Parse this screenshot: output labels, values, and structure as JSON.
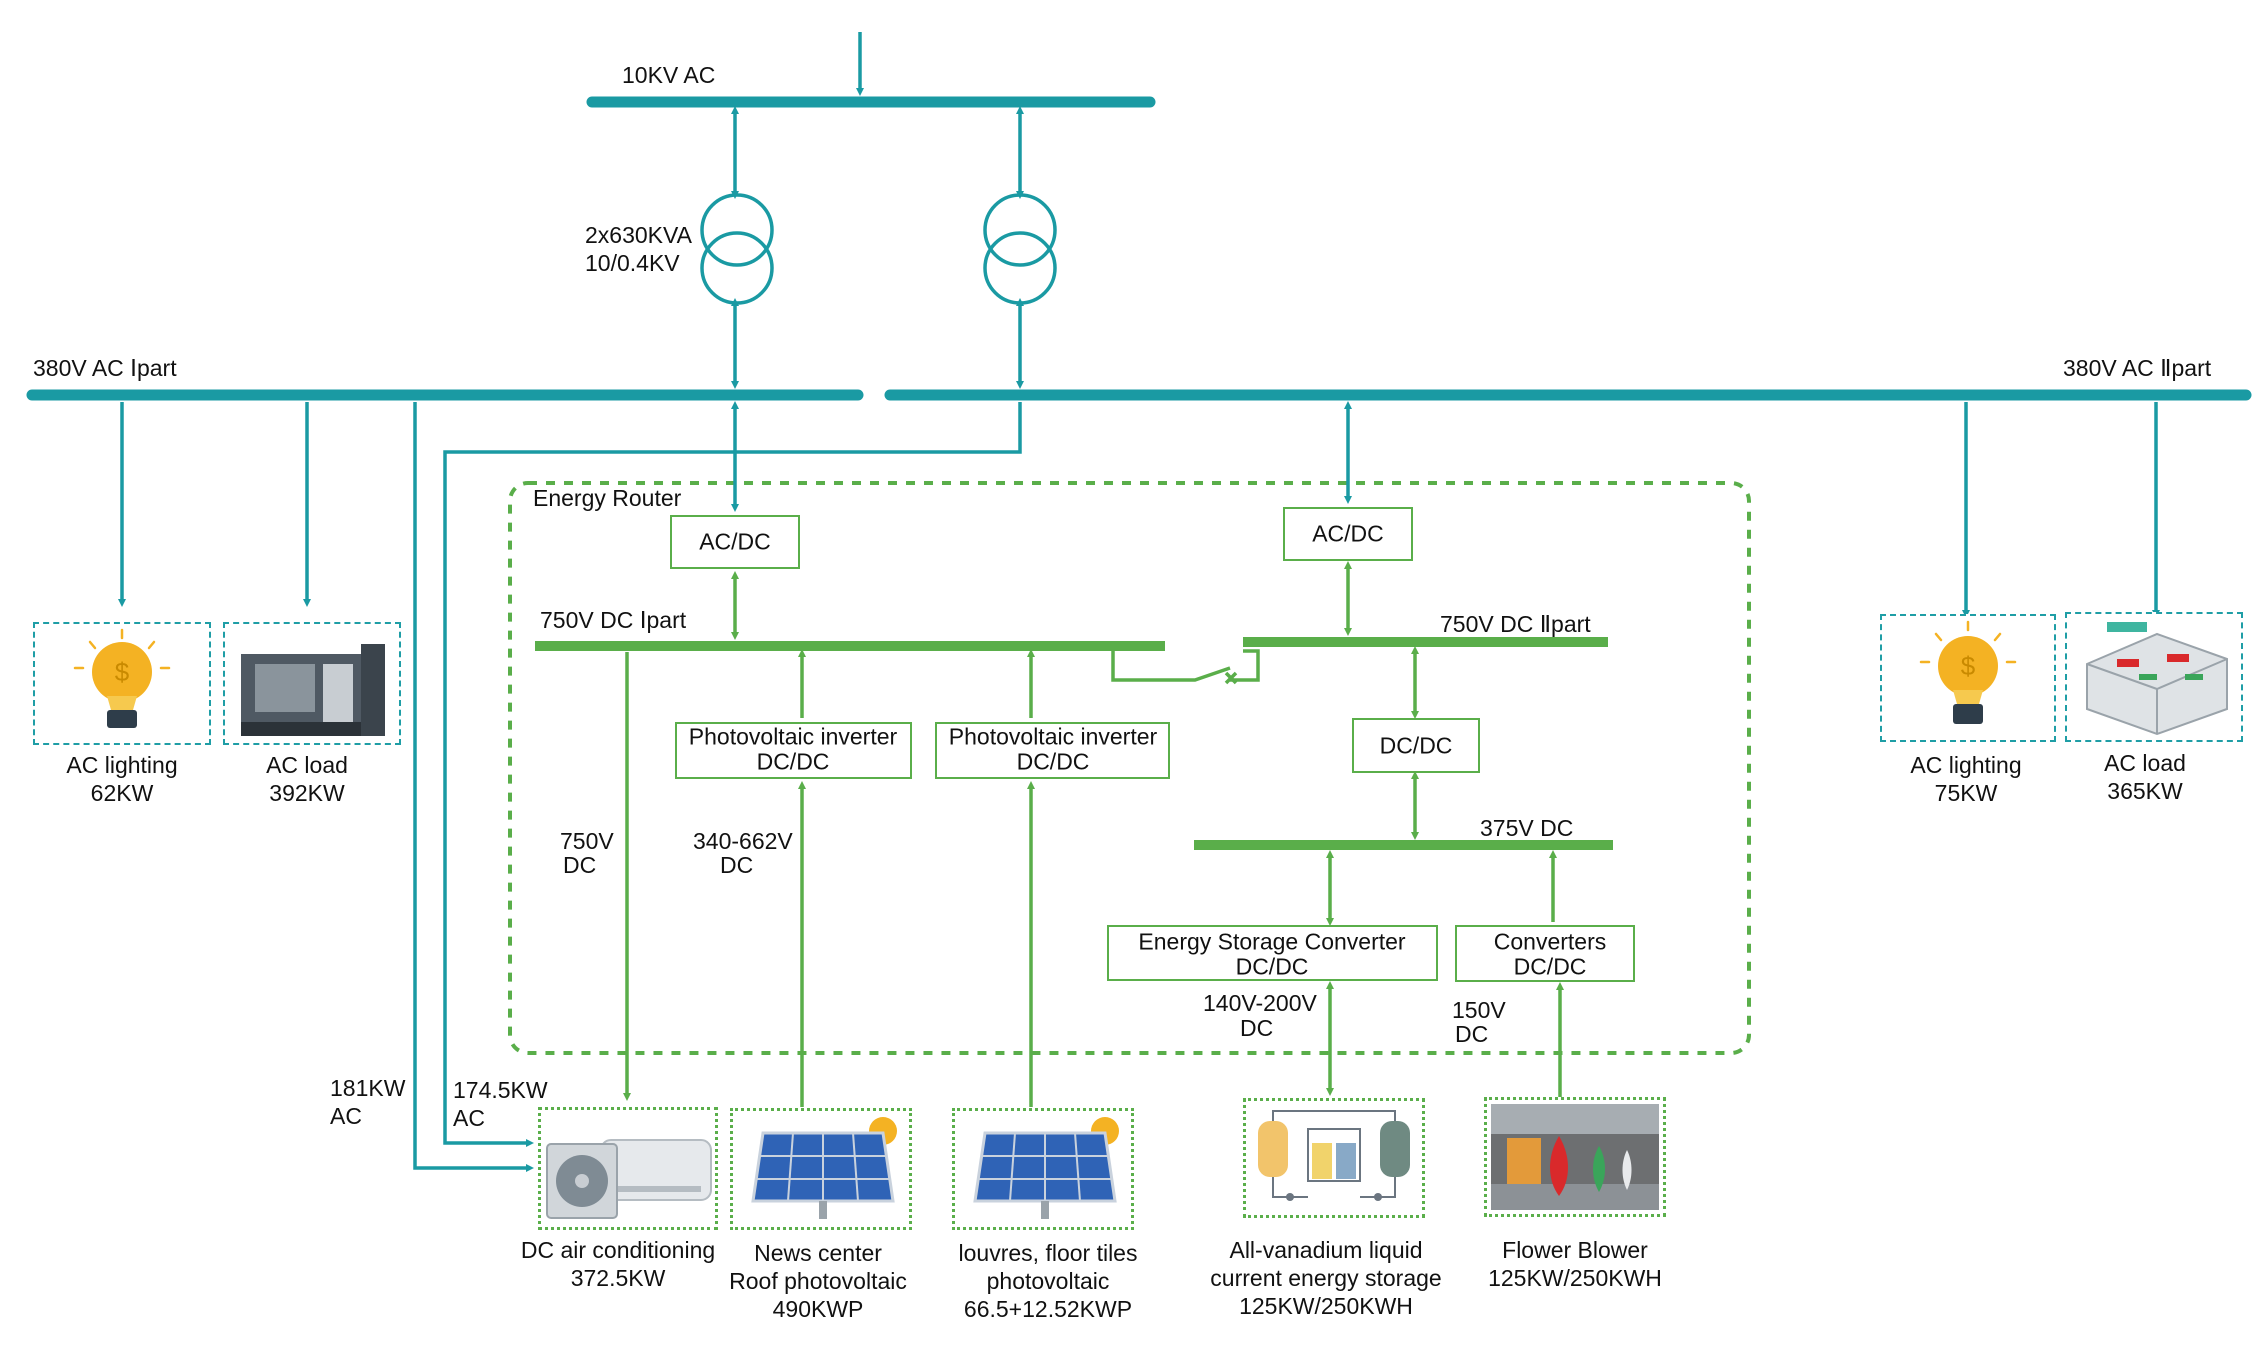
{
  "colors": {
    "teal": "#1a9aa3",
    "green": "#5aae4a",
    "orange": "#f4b223",
    "red": "#d9292b"
  },
  "labels": {
    "ac10kv": "10KV AC",
    "transformer": [
      "2x630KVA",
      "10/0.4KV"
    ],
    "bus380_1": "380V AC Ⅰpart",
    "bus380_2": "380V AC Ⅱpart",
    "energy_router": "Energy Router",
    "acdc_1": "AC/DC",
    "acdc_2": "AC/DC",
    "bus750_1": "750V DC Ⅰpart",
    "bus750_2": "750V DC Ⅱpart",
    "dcdc": "DC/DC",
    "bus375": "375V DC",
    "pv_inverter_1": [
      "Photovoltaic inverter",
      "DC/DC"
    ],
    "pv_inverter_2": [
      "Photovoltaic inverter",
      "DC/DC"
    ],
    "storage_converter": [
      "Energy Storage Converter",
      "DC/DC"
    ],
    "converters": [
      "Converters",
      "DC/DC"
    ],
    "v750": [
      "750V",
      "DC"
    ],
    "v340": [
      "340-662V",
      "DC"
    ],
    "v140": [
      "140V-200V",
      "DC"
    ],
    "v150": [
      "150V",
      "DC"
    ],
    "kw181": [
      "181KW",
      "AC"
    ],
    "kw174": [
      "174.5KW",
      "AC"
    ]
  },
  "loads": {
    "ac_lighting_1": [
      "AC lighting",
      "62KW"
    ],
    "ac_load_1": [
      "AC load",
      "392KW"
    ],
    "ac_lighting_2": [
      "AC lighting",
      "75KW"
    ],
    "ac_load_2": [
      "AC load",
      "365KW"
    ],
    "dc_air": [
      "DC air conditioning",
      "372.5KW"
    ],
    "news_center": [
      "News center",
      "Roof photovoltaic",
      "490KWP"
    ],
    "louvres": [
      "louvres, floor tiles",
      "photovoltaic",
      "66.5+12.52KWP"
    ],
    "vanadium": [
      "All-vanadium liquid",
      "current energy storage",
      "125KW/250KWH"
    ],
    "flower_blower": [
      "Flower Blower",
      "125KW/250KWH"
    ]
  },
  "icons": [
    "light-bulb-icon",
    "machine-tool-icon",
    "battery-cabinet-icon",
    "air-conditioner-icon",
    "solar-panel-icon",
    "flow-battery-icon",
    "wind-turbine-photo-icon",
    "transformer-icon",
    "switch-icon"
  ]
}
